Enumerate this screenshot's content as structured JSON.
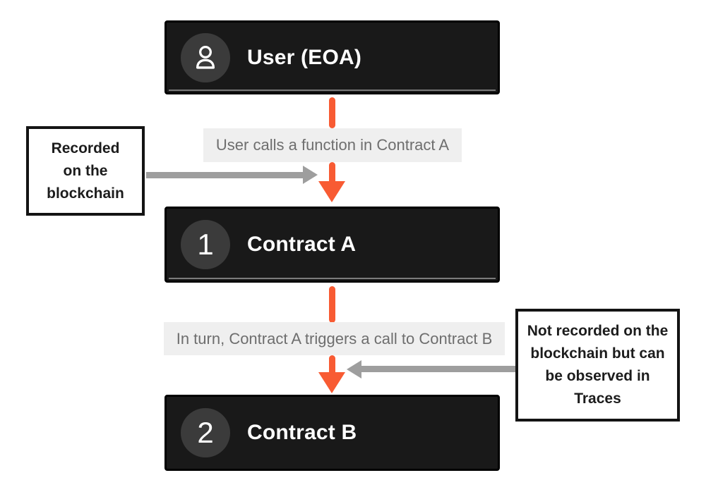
{
  "diagram": {
    "colors": {
      "box_bg": "#191919",
      "box_border": "#000000",
      "circle_bg": "#3b3b3b",
      "title": "#ffffff",
      "label_bg": "#efefef",
      "label_text": "#6e6e6e",
      "flow_arrow": "#f85b33",
      "side_arrow": "#9e9e9e",
      "note_border": "#141414",
      "note_text": "#1c1c1c"
    },
    "nodes": [
      {
        "id": "user",
        "icon": "person-icon",
        "title": "User (EOA)"
      },
      {
        "id": "contract-a",
        "badge": "1",
        "title": "Contract A"
      },
      {
        "id": "contract-b",
        "badge": "2",
        "title": "Contract B"
      }
    ],
    "edges": [
      {
        "label": "User calls a function in Contract A"
      },
      {
        "label": "In turn, Contract A triggers a call to Contract B"
      }
    ],
    "notes": [
      {
        "side": "left",
        "text": "Recorded on the blockchain"
      },
      {
        "side": "right",
        "text": "Not recorded on the blockchain but can be observed in Traces"
      }
    ]
  }
}
